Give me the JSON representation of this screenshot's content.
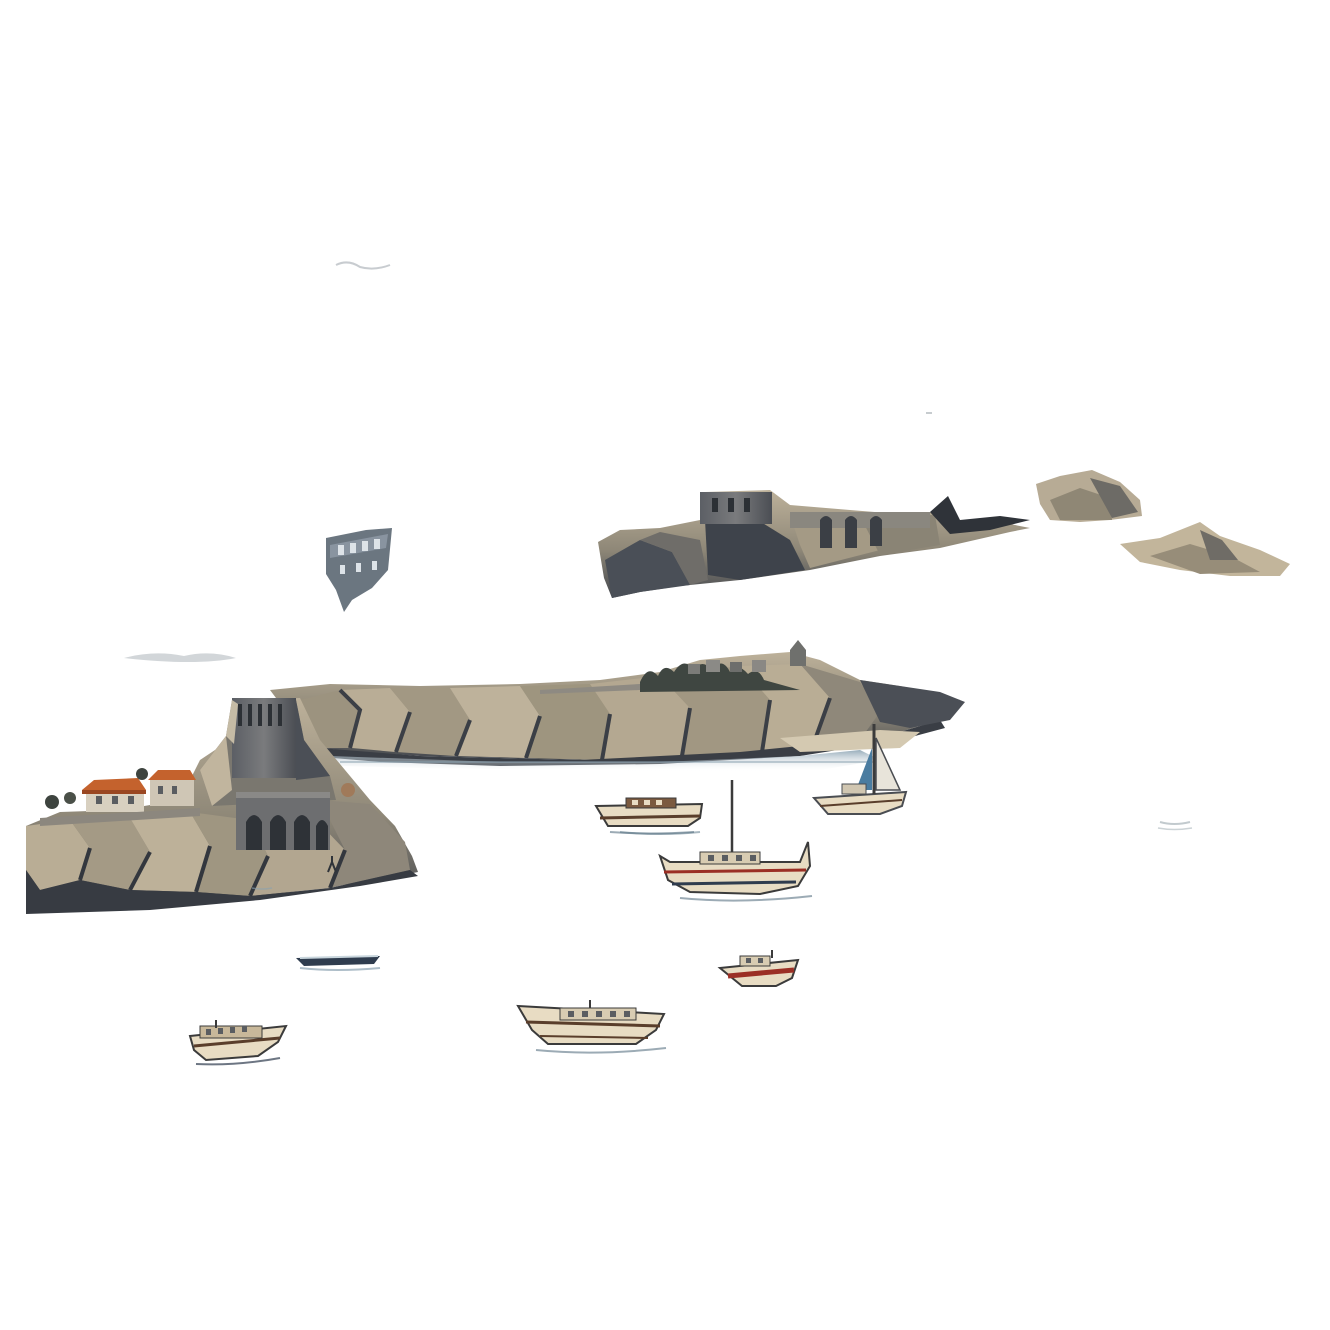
{
  "scene": {
    "background": "#ffffff",
    "palette": {
      "rock_light": "#b7ab95",
      "rock_mid": "#8e8779",
      "rock_dark": "#4c4f55",
      "rock_shadow": "#2f3339",
      "stone_gray": "#6c6e72",
      "roof_orange": "#c4622d",
      "roof_orange_dark": "#9a4722",
      "water_blue": "#7f98a8",
      "water_light": "#c9d6dd",
      "hull_cream": "#e8dcc3",
      "hull_brown": "#5a3e2b",
      "hull_red": "#9b2f25",
      "hull_navy": "#2f3c4e",
      "sail_blue": "#4a7ca0",
      "mast": "#3b3b3b",
      "vegetation": "#3e443f"
    },
    "elements": [
      "left-island-with-castle",
      "central-long-rocky-island",
      "far-rocky-islet-with-ruins",
      "far-right-small-islets",
      "floating-ruin-fragment",
      "harbor-water",
      "boat-fleet"
    ],
    "boats": [
      {
        "kind": "sailboat",
        "hull": "cream"
      },
      {
        "kind": "motor-boat",
        "hull": "brown"
      },
      {
        "kind": "gulet",
        "hull": "cream"
      },
      {
        "kind": "small-boat",
        "hull": "red"
      },
      {
        "kind": "dinghy",
        "hull": "navy"
      },
      {
        "kind": "ferry",
        "hull": "cream"
      },
      {
        "kind": "ferry",
        "hull": "brown"
      }
    ]
  }
}
